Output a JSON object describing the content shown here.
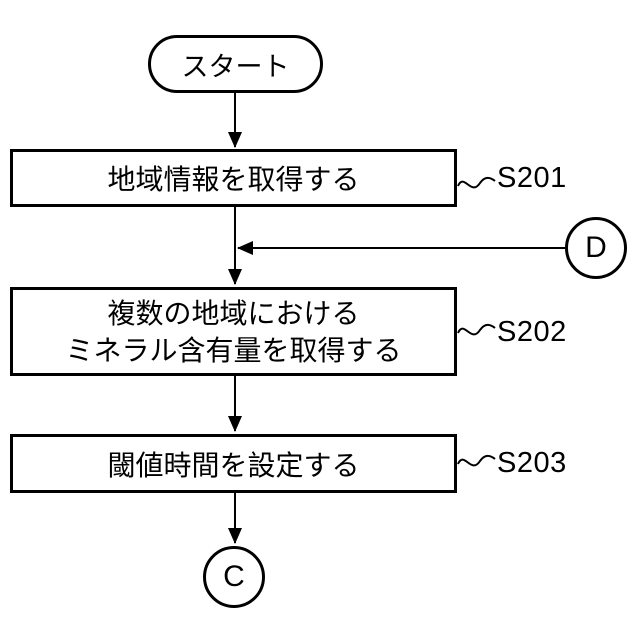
{
  "figure": {
    "background_color": "#ffffff",
    "stroke_color": "#000000",
    "start_node": {
      "label": "スタート"
    },
    "steps": [
      {
        "step_id": "S201",
        "text": "地域情報を取得する"
      },
      {
        "step_id": "S202",
        "text_line1": "複数の地域における",
        "text_line2": "ミネラル含有量を取得する"
      },
      {
        "step_id": "S203",
        "text": "閾値時間を設定する"
      }
    ],
    "off_page_connectors": [
      {
        "label": "D"
      },
      {
        "label": "C"
      }
    ]
  }
}
